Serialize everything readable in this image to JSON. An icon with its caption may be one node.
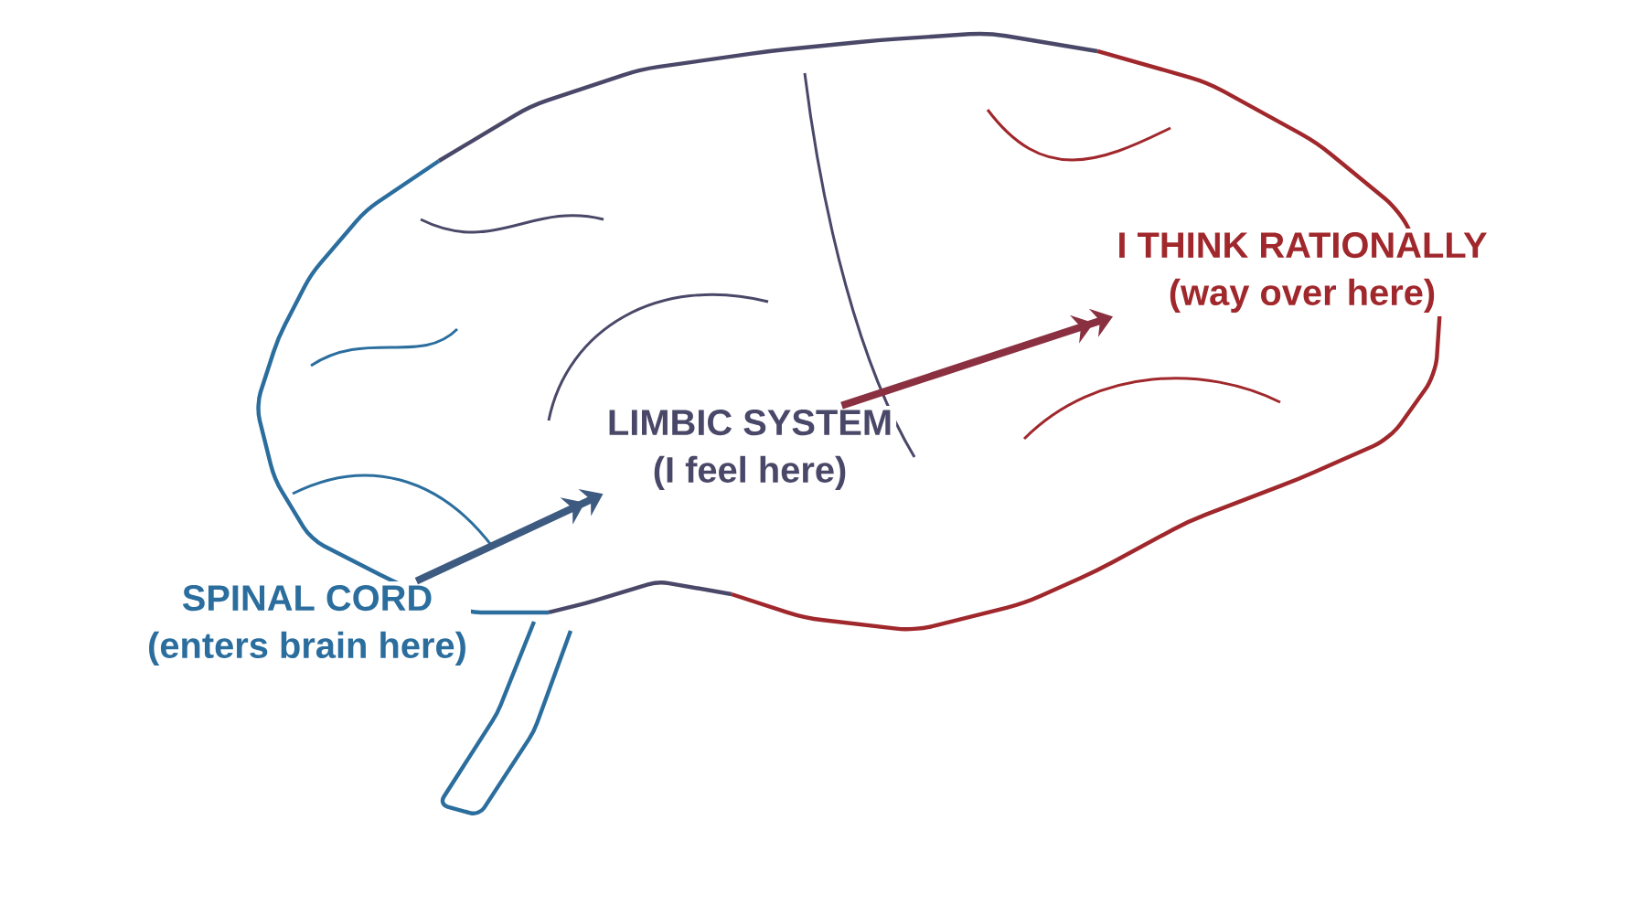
{
  "diagram": {
    "nodes": [
      {
        "text": [
          "SPINAL CORD",
          "(enters brain here)"
        ]
      },
      {
        "text": [
          "LIMBIC SYSTEM",
          "(I feel here)"
        ]
      },
      {
        "text": [
          "I THINK RATIONALLY",
          "(way over here)"
        ]
      }
    ],
    "edges": [
      {
        "from": 0,
        "to": 1,
        "arrow": "to",
        "color": "#3d5a80"
      },
      {
        "from": 1,
        "to": 2,
        "arrow": "to",
        "color": "#8a3040"
      }
    ]
  }
}
